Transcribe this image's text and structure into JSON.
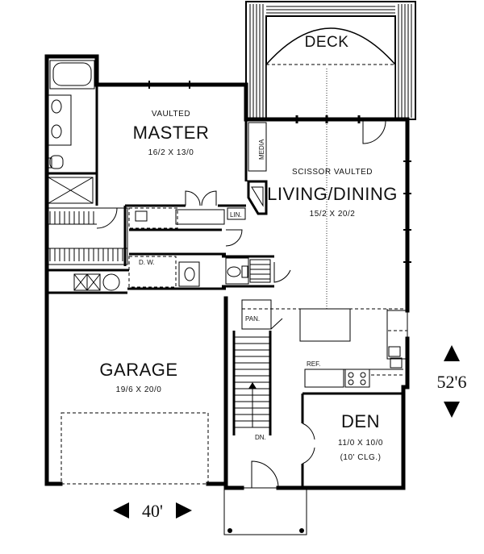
{
  "rooms": {
    "deck": {
      "name": "DECK"
    },
    "master": {
      "note": "VAULTED",
      "name": "MASTER",
      "size": "16/2 X 13/0"
    },
    "living": {
      "note": "SCISSOR VAULTED",
      "name": "LIVING/DINING",
      "size": "15/2 X 20/2"
    },
    "garage": {
      "name": "GARAGE",
      "size": "19/6 X 20/0"
    },
    "den": {
      "name": "DEN",
      "size": "11/0 X 10/0",
      "ceiling": "(10' CLG.)"
    }
  },
  "labels": {
    "media": "MEDIA",
    "lin": "LIN.",
    "washer": "D.  W.",
    "pantry": "PAN.",
    "ref": "REF.",
    "dn": "DN."
  },
  "dimensions": {
    "width": "40'",
    "depth": "52'6"
  }
}
